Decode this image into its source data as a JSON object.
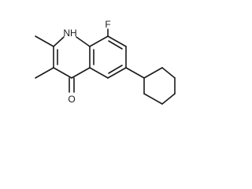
{
  "molecule": {
    "atoms": {
      "nh": "NH",
      "f": "F",
      "o": "O"
    },
    "colors": {
      "bond": "#1a1a1a",
      "background": "#ffffff"
    }
  }
}
